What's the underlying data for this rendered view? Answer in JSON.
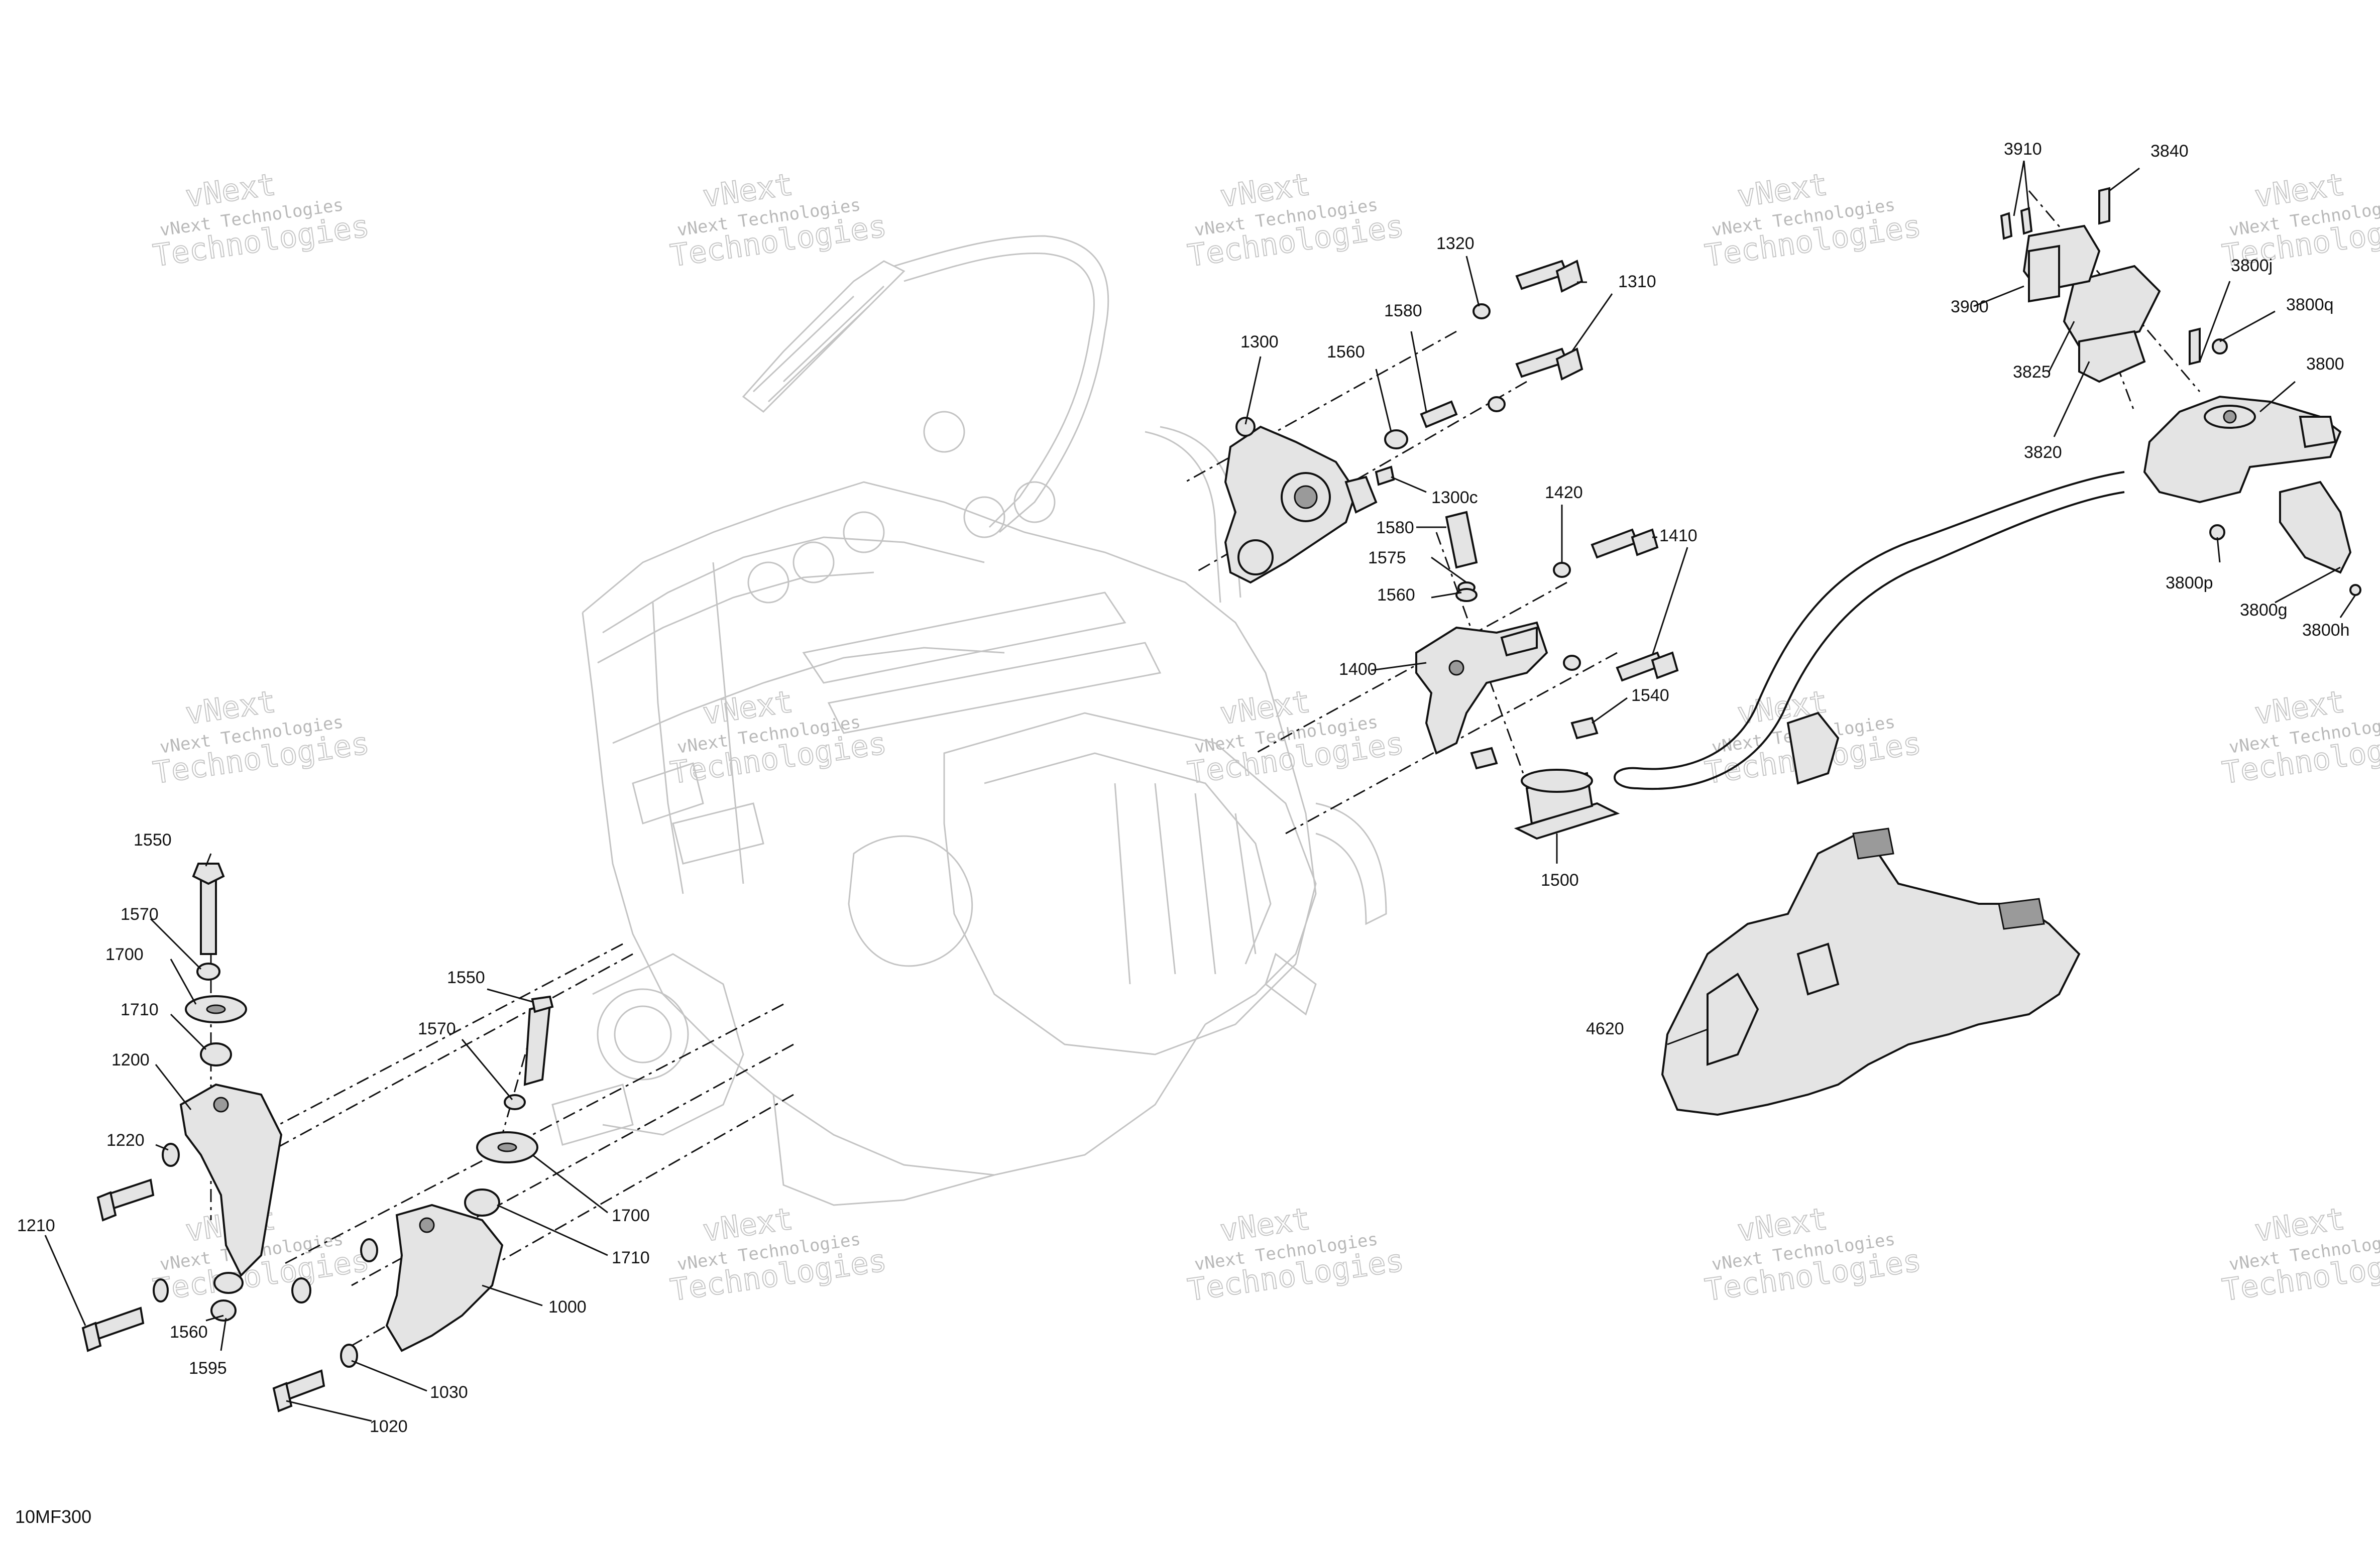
{
  "diagram": {
    "code": "10MF300",
    "watermark": {
      "line1": "vNext",
      "line2": "vNext Technologies",
      "line3": "Technologies"
    },
    "labels": [
      {
        "id": "3910",
        "text": "3910"
      },
      {
        "id": "3840",
        "text": "3840"
      },
      {
        "id": "1320",
        "text": "1320"
      },
      {
        "id": "1310",
        "text": "1310"
      },
      {
        "id": "3800j",
        "text": "3800j"
      },
      {
        "id": "3900",
        "text": "3900"
      },
      {
        "id": "3800q",
        "text": "3800q"
      },
      {
        "id": "1300",
        "text": "1300"
      },
      {
        "id": "1580a",
        "text": "1580"
      },
      {
        "id": "1560a",
        "text": "1560"
      },
      {
        "id": "3800",
        "text": "3800"
      },
      {
        "id": "3825",
        "text": "3825"
      },
      {
        "id": "3820",
        "text": "3820"
      },
      {
        "id": "1300c",
        "text": "1300c"
      },
      {
        "id": "1420",
        "text": "1420"
      },
      {
        "id": "1410",
        "text": "1410"
      },
      {
        "id": "1580b",
        "text": "1580"
      },
      {
        "id": "1575",
        "text": "1575"
      },
      {
        "id": "1560b",
        "text": "1560"
      },
      {
        "id": "3800p",
        "text": "3800p"
      },
      {
        "id": "3800g",
        "text": "3800g"
      },
      {
        "id": "3800h",
        "text": "3800h"
      },
      {
        "id": "1400",
        "text": "1400"
      },
      {
        "id": "1540",
        "text": "1540"
      },
      {
        "id": "1500",
        "text": "1500"
      },
      {
        "id": "1550a",
        "text": "1550"
      },
      {
        "id": "1570a",
        "text": "1570"
      },
      {
        "id": "1700a",
        "text": "1700"
      },
      {
        "id": "1550b",
        "text": "1550"
      },
      {
        "id": "1710a",
        "text": "1710"
      },
      {
        "id": "1570b",
        "text": "1570"
      },
      {
        "id": "4620",
        "text": "4620"
      },
      {
        "id": "1200",
        "text": "1200"
      },
      {
        "id": "1220",
        "text": "1220"
      },
      {
        "id": "1700b",
        "text": "1700"
      },
      {
        "id": "1210",
        "text": "1210"
      },
      {
        "id": "1710b",
        "text": "1710"
      },
      {
        "id": "1000",
        "text": "1000"
      },
      {
        "id": "1560c",
        "text": "1560"
      },
      {
        "id": "1595",
        "text": "1595"
      },
      {
        "id": "1030",
        "text": "1030"
      },
      {
        "id": "1020",
        "text": "1020"
      }
    ]
  }
}
